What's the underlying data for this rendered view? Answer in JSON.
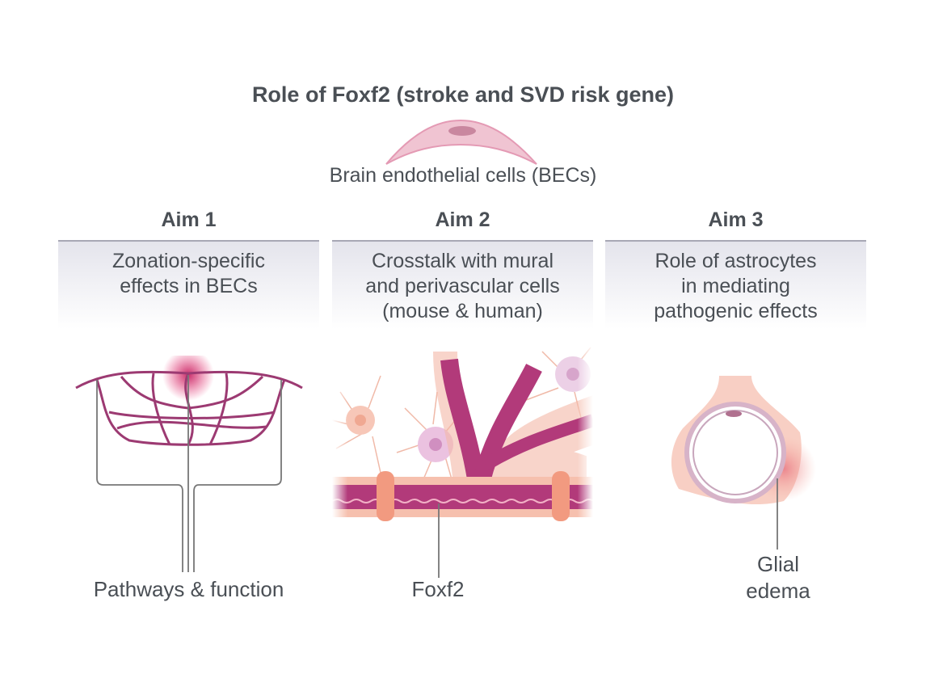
{
  "title": "Role of Foxf2 (stroke and SVD risk gene)",
  "subtitle": "Brain endothelial cells (BECs)",
  "aims": [
    {
      "heading": "Aim 1",
      "lines": [
        "Zonation-specific",
        "effects in BECs"
      ]
    },
    {
      "heading": "Aim 2",
      "lines": [
        "Crosstalk with mural",
        "and perivascular cells",
        "(mouse & human)"
      ]
    },
    {
      "heading": "Aim 3",
      "lines": [
        "Role of astrocytes",
        "in mediating",
        "pathogenic effects"
      ]
    }
  ],
  "labels": {
    "aim1": "Pathways & function",
    "aim2": "Foxf2",
    "aim3_line1": "Glial",
    "aim3_line2": "edema"
  },
  "colors": {
    "text": "#4a4f55",
    "vessel": "#a8417a",
    "pink": "#e9a9c0",
    "salmon": "#f1a38e"
  }
}
